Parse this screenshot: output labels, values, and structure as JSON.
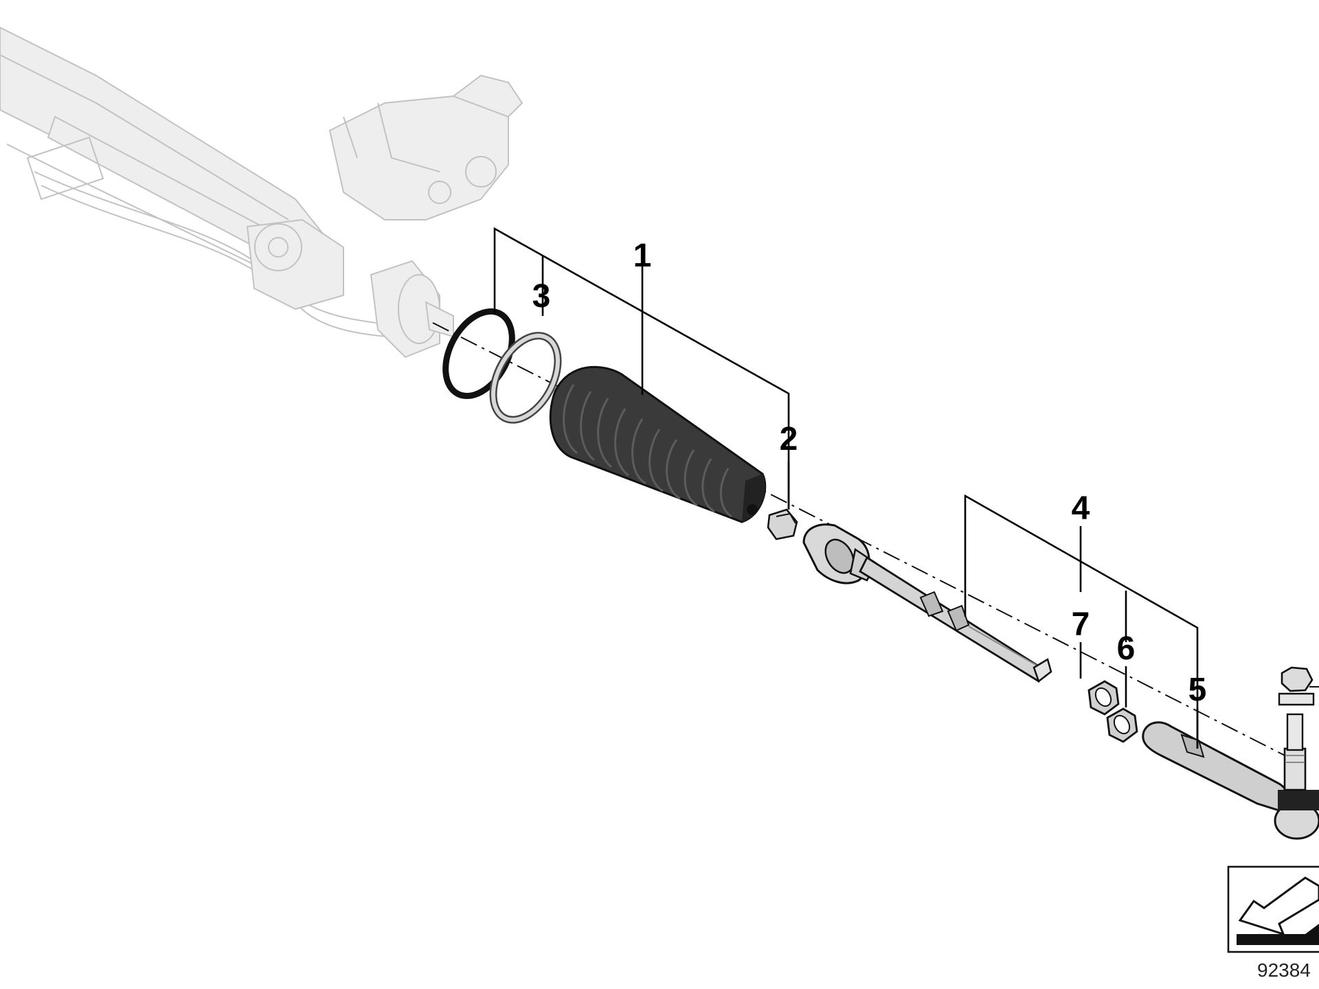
{
  "callouts": [
    {
      "id": "1",
      "label": "1"
    },
    {
      "id": "2",
      "label": "2"
    },
    {
      "id": "3",
      "label": "3"
    },
    {
      "id": "4",
      "label": "4"
    },
    {
      "id": "5",
      "label": "5"
    },
    {
      "id": "6",
      "label": "6"
    },
    {
      "id": "7",
      "label": "7"
    }
  ],
  "document_number": "92384"
}
